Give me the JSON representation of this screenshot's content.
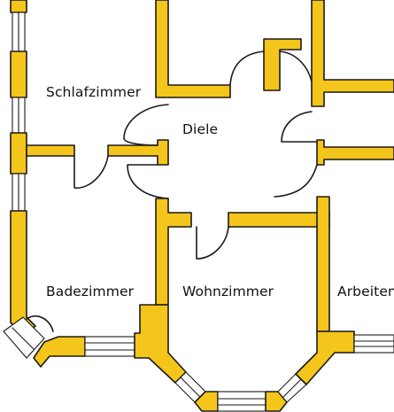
{
  "plan": {
    "wall_color": "#f4c51b",
    "line_color": "#1a1a1a",
    "rooms": [
      {
        "key": "schlafzimmer",
        "label": "Schlafzimmer"
      },
      {
        "key": "diele",
        "label": "Diele"
      },
      {
        "key": "badezimmer",
        "label": "Badezimmer"
      },
      {
        "key": "wohnzimmer",
        "label": "Wohnzimmer"
      },
      {
        "key": "arbeiten",
        "label": "Arbeiten"
      }
    ]
  }
}
